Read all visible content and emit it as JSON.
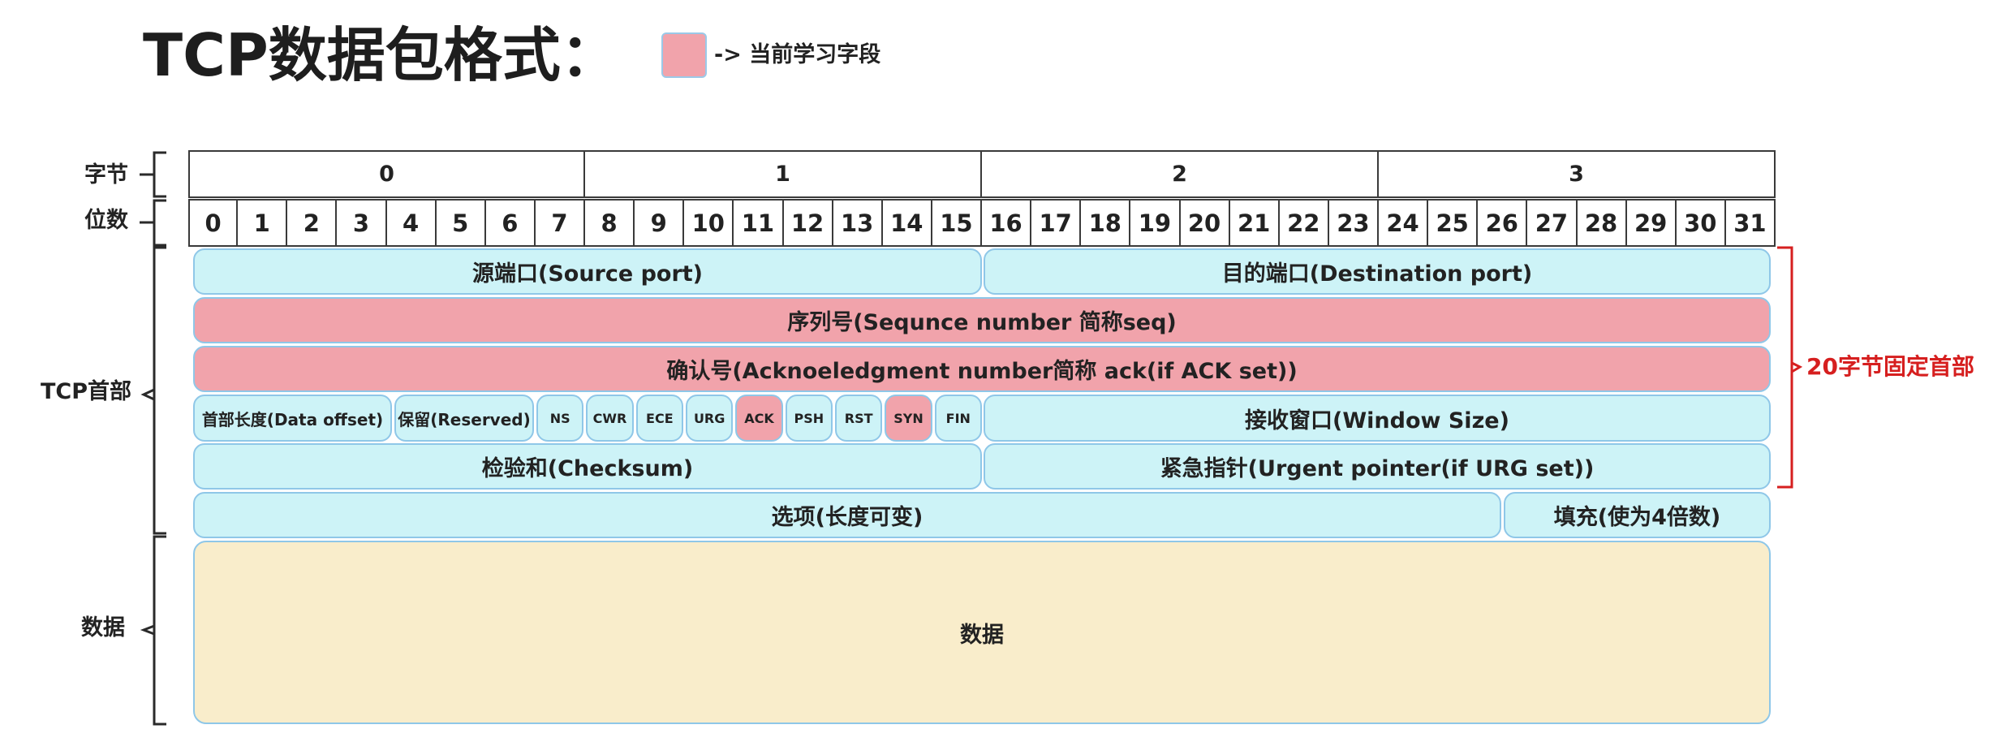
{
  "title": "TCP数据包格式：",
  "legend": {
    "text": "-> 当前学习字段",
    "color": "#f1a3ab"
  },
  "row_labels": {
    "byte": "字节",
    "bits": "位数",
    "tcp_header": "TCP首部",
    "data": "数据"
  },
  "bytes": [
    "0",
    "1",
    "2",
    "3"
  ],
  "bits": [
    "0",
    "1",
    "2",
    "3",
    "4",
    "5",
    "6",
    "7",
    "8",
    "9",
    "10",
    "11",
    "12",
    "13",
    "14",
    "15",
    "16",
    "17",
    "18",
    "19",
    "20",
    "21",
    "22",
    "23",
    "24",
    "25",
    "26",
    "27",
    "28",
    "29",
    "30",
    "31"
  ],
  "fields": {
    "source_port": "源端口(Source port)",
    "destination_port": "目的端口(Destination port)",
    "sequence_number": "序列号(Sequnce number 简称seq)",
    "ack_number": "确认号(Acknoeledgment number简称 ack(if ACK set))",
    "data_offset": "首部长度(Data offset)",
    "reserved": "保留(Reserved)",
    "flags": [
      "NS",
      "CWR",
      "ECE",
      "URG",
      "ACK",
      "PSH",
      "RST",
      "SYN",
      "FIN"
    ],
    "window_size": "接收窗口(Window Size)",
    "checksum": "检验和(Checksum)",
    "urgent_pointer": "紧急指针(Urgent pointer(if URG set))",
    "options": "选项(长度可变)",
    "padding": "填充(使为4倍数)",
    "data": "数据"
  },
  "fixed_header_label": "20字节固定首部",
  "colors": {
    "field": "#cdf3f7",
    "highlight": "#f1a3ab",
    "data": "#f9edcb",
    "accent_red": "#d61f1f",
    "border_blue": "#8fc7e8"
  }
}
